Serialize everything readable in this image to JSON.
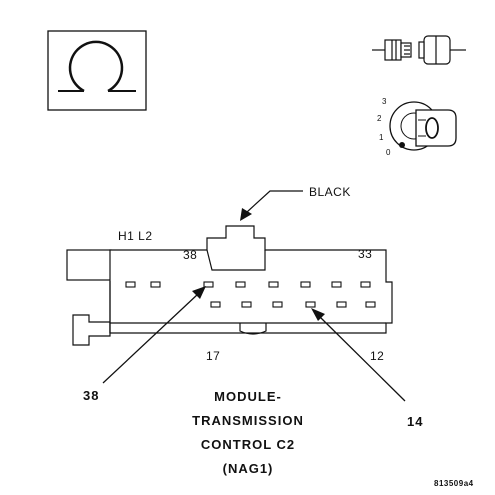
{
  "labels": {
    "wire_color": "BLACK",
    "cavity_group": "H1  L2",
    "top_left_pin": "38",
    "top_right_pin": "33",
    "bottom_left_pin": "17",
    "bottom_right_pin": "12",
    "callout_left": "38",
    "callout_right": "14",
    "title": [
      "MODULE-",
      "TRANSMISSION",
      "CONTROL C2",
      "(NAG1)"
    ],
    "figure_code": "813509a4",
    "ignition_positions": [
      "3",
      "2",
      "1",
      "0"
    ]
  },
  "icons": [
    "ground-symbol-icon",
    "connector-plug-icon",
    "ignition-key-icon"
  ]
}
